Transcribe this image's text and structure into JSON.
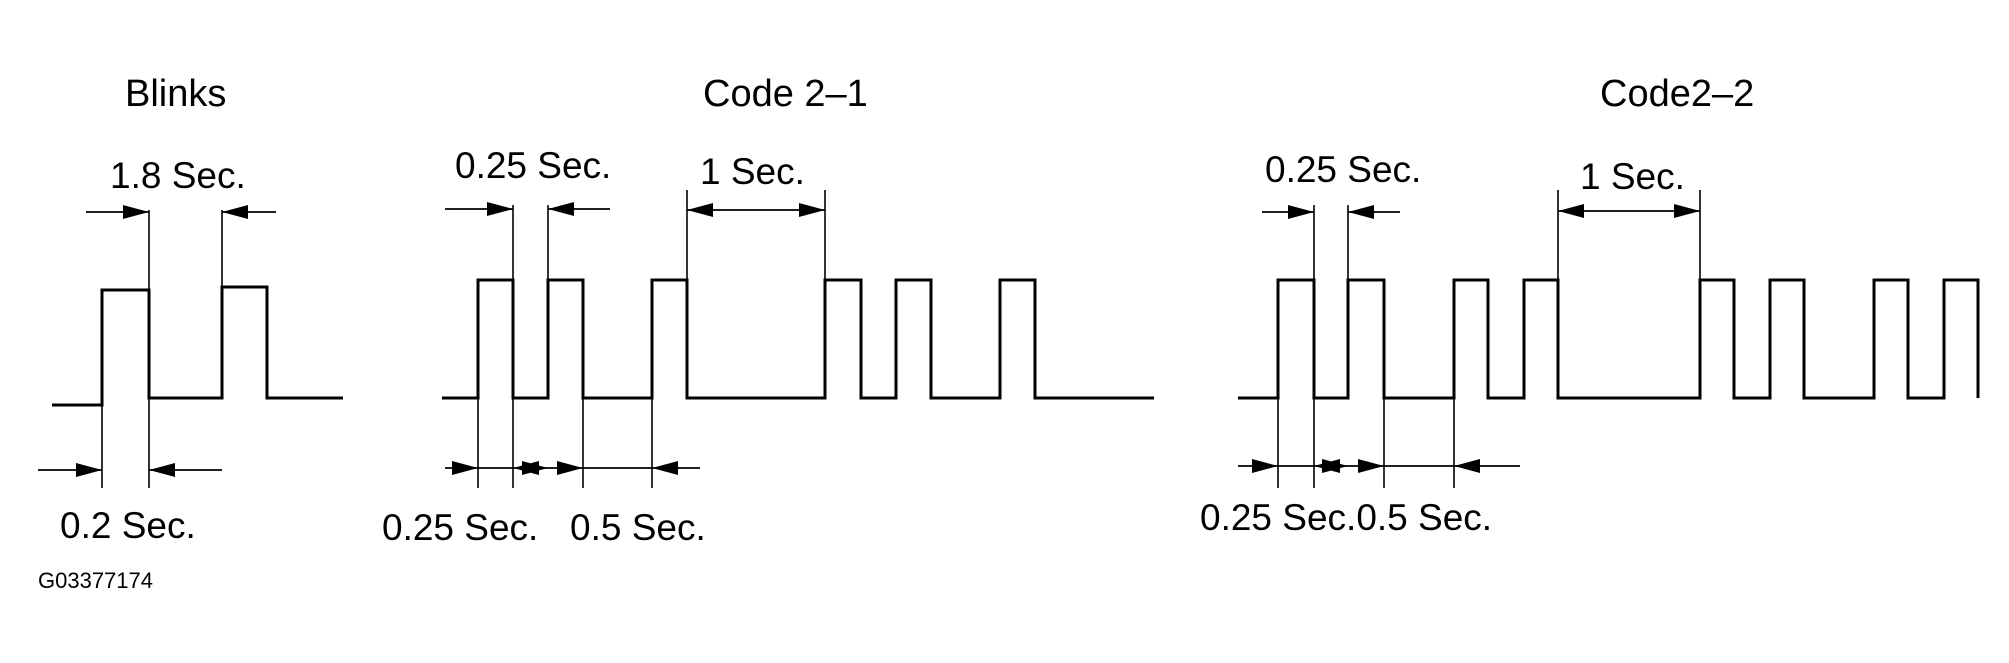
{
  "blinks": {
    "title": "Blinks",
    "top_label": "1.8 Sec.",
    "bottom_label": "0.2 Sec."
  },
  "code21": {
    "title": "Code 2–1",
    "top_label_a": "0.25 Sec.",
    "top_label_b": "1 Sec.",
    "bottom_label_a": "0.25 Sec.",
    "bottom_label_b": "0.5 Sec."
  },
  "code22": {
    "title": "Code2–2",
    "top_label_a": "0.25 Sec.",
    "top_label_b": "1 Sec.",
    "bottom_label": "0.25 Sec.0.5 Sec."
  },
  "figure_code": "G03377174"
}
